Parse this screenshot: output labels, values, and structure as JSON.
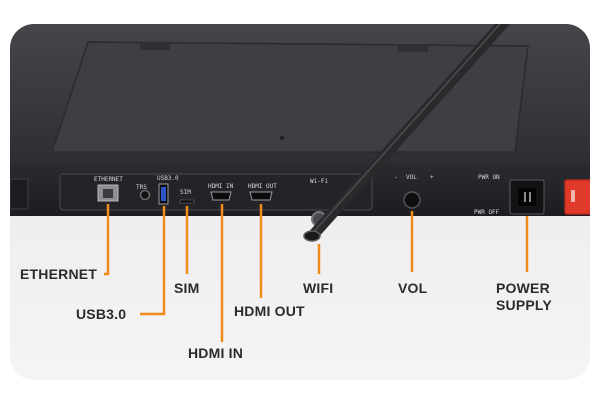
{
  "panel_labels": {
    "ethernet": "ETHERNET",
    "trs": "TRS",
    "usb": "USB3.0",
    "sim": "SIM",
    "hdmi_in": "HDMI IN",
    "hdmi_out": "HDMI OUT",
    "wifi": "Wi-Fi",
    "vol_minus": "-",
    "vol": "VOL",
    "vol_plus": "+",
    "pwr_on": "PWR ON",
    "pwr_off": "PWR OFF"
  },
  "callouts": {
    "ethernet": "ETHERNET",
    "usb": "USB3.0",
    "sim": "SIM",
    "hdmi_in": "HDMI IN",
    "hdmi_out": "HDMI OUT",
    "wifi": "WIFI",
    "vol": "VOL",
    "power_line1": "POWER",
    "power_line2": "SUPPLY"
  },
  "colors": {
    "callout_line": "#f08c1a",
    "device_body": "#3b3c40",
    "switch_red": "#e03a2a"
  }
}
